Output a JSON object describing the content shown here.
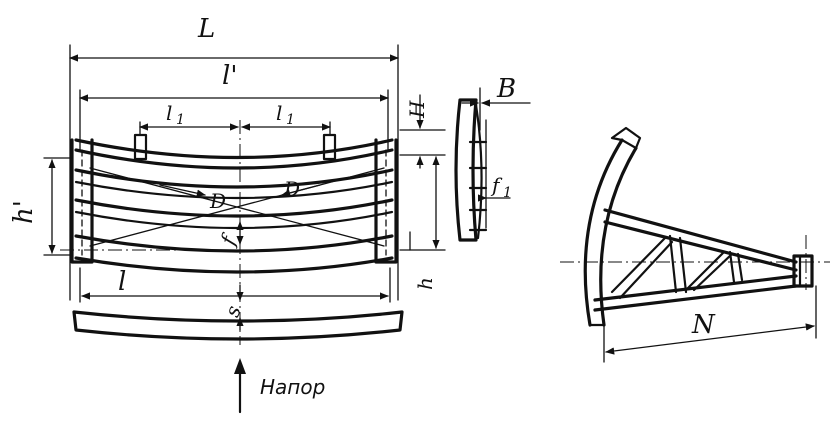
{
  "labels": {
    "L": "L",
    "l_prime": "l'",
    "l1_left": "l",
    "l1_left_sub": "1",
    "l1_right": "l",
    "l1_right_sub": "1",
    "D_left": "D",
    "D_right": "D",
    "h_prime": "h'",
    "h": "h",
    "l": "l",
    "H": "H",
    "B": "B",
    "f1": "f",
    "f1_sub": "1",
    "f_lower": "f",
    "s_lower": "s",
    "N": "N",
    "pressure": "Напор"
  }
}
